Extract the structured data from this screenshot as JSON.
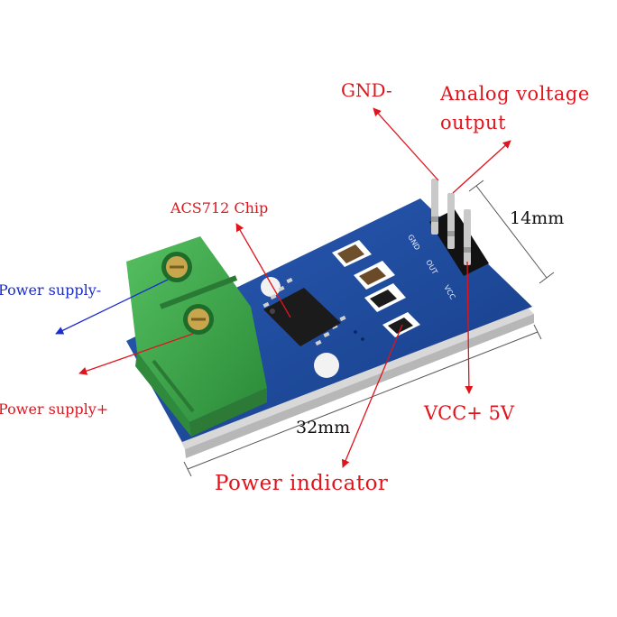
{
  "labels": {
    "gnd": "GND-",
    "analog_line1": "Analog voltage",
    "analog_line2": "output",
    "chip": "ACS712 Chip",
    "power_supply_minus": "Power supply-",
    "power_supply_plus": "Power supply+",
    "vcc": "VCC+ 5V",
    "dimension_width": "14mm",
    "dimension_length": "32mm",
    "power_indicator": "Power indicator"
  },
  "silkscreen": {
    "pin_gnd": "GND",
    "pin_out": "OUT",
    "pin_vcc": "VCC"
  },
  "colors": {
    "pcb_blue": "#1d4a9c",
    "terminal_green": "#3aa64a",
    "annotation_red": "#e0141c",
    "annotation_blue": "#1a2bd0"
  }
}
